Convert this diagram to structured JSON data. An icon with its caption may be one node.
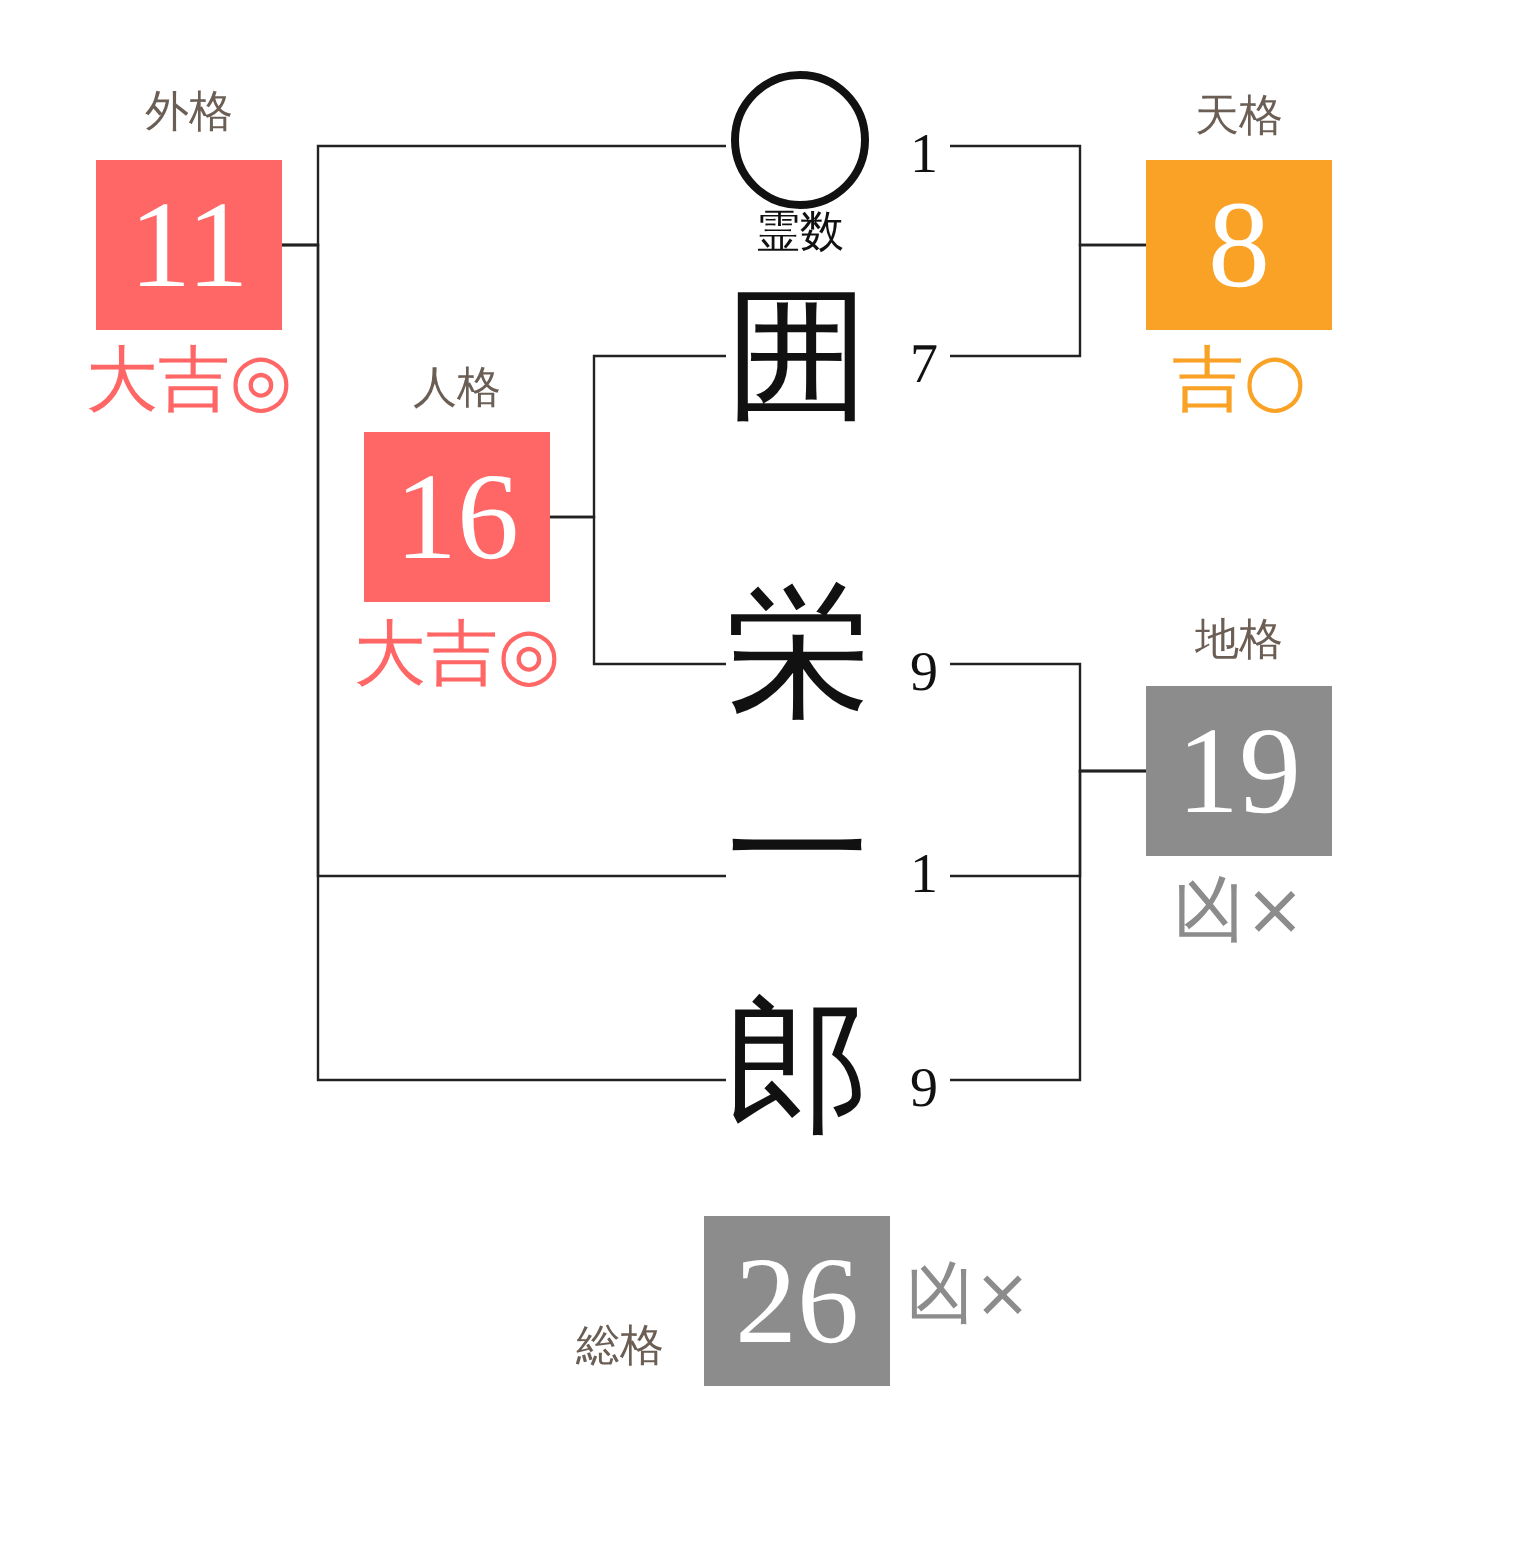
{
  "diagram": {
    "nodes": [
      {
        "text": [
          "11"
        ],
        "beside": [
          "外格",
          "大吉◎"
        ]
      },
      {
        "text": [],
        "shape": "circle",
        "beside": [
          "1",
          "霊数"
        ]
      },
      {
        "text": [
          "8"
        ],
        "beside": [
          "天格",
          "吉○"
        ]
      },
      {
        "text": [
          "囲"
        ],
        "beside": [
          "7"
        ]
      },
      {
        "text": [
          "16"
        ],
        "beside": [
          "人格",
          "大吉◎"
        ]
      },
      {
        "text": [
          "栄"
        ],
        "beside": [
          "9"
        ]
      },
      {
        "text": [
          "19"
        ],
        "beside": [
          "地格",
          "凶×"
        ]
      },
      {
        "text": [
          "一"
        ],
        "beside": [
          "1"
        ]
      },
      {
        "text": [
          "郎"
        ],
        "beside": [
          "9"
        ]
      },
      {
        "text": [
          "26"
        ],
        "beside": [
          "総格",
          "凶×"
        ]
      }
    ],
    "edges": [
      {
        "from": 1,
        "to": 0,
        "arrow": "none"
      },
      {
        "from": 7,
        "to": 0,
        "arrow": "none"
      },
      {
        "from": 8,
        "to": 0,
        "arrow": "none"
      },
      {
        "from": 3,
        "to": 4,
        "arrow": "none"
      },
      {
        "from": 5,
        "to": 4,
        "arrow": "none"
      },
      {
        "from": 1,
        "to": 2,
        "arrow": "none"
      },
      {
        "from": 3,
        "to": 2,
        "arrow": "none"
      },
      {
        "from": 5,
        "to": 6,
        "arrow": "none"
      },
      {
        "from": 7,
        "to": 6,
        "arrow": "none"
      },
      {
        "from": 8,
        "to": 6,
        "arrow": "none"
      }
    ]
  }
}
